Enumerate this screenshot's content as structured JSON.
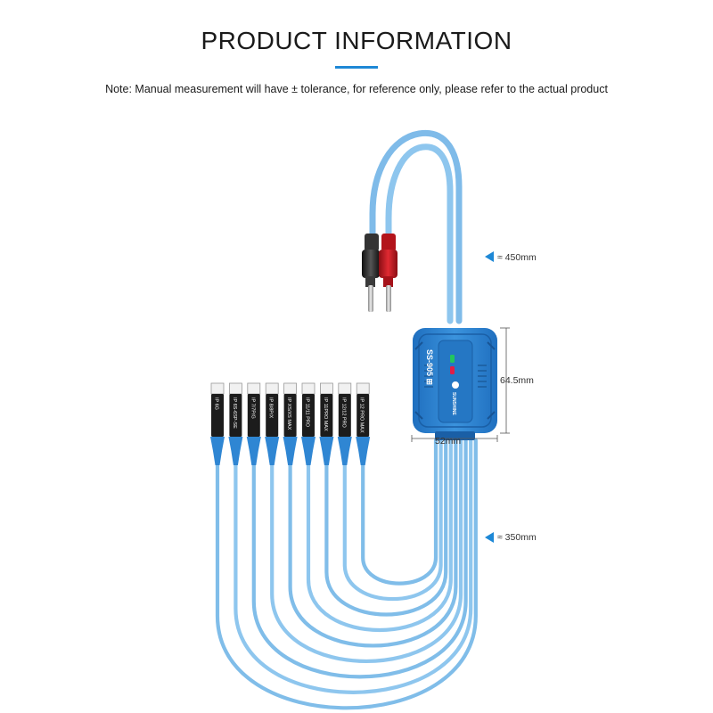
{
  "header": {
    "title": "PRODUCT INFORMATION",
    "note": "Note: Manual measurement will have ± tolerance, for reference only, please refer to the actual product"
  },
  "dimensions": {
    "upper_cable_length": "≈ 450mm",
    "box_height": "64.5mm",
    "box_width": "52mm",
    "lower_cable_length": "≈ 350mm"
  },
  "device": {
    "model": "SS-905 ⊞",
    "brand": "SUNSHINE"
  },
  "connector_labels": [
    "IP 6G",
    "IP 6S-6SP-SE",
    "IP 7/7P/G",
    "IP 8/8P/X",
    "IP XS/XS MAX",
    "IP 11/11 PRO",
    "IP 11PRO MAX",
    "IP 12/12 PRO",
    "IP 12 PRO MAX"
  ],
  "colors": {
    "accent": "#1e88d6",
    "cable": "#8ec6ee",
    "cable_dark": "#5aa6e0",
    "device_body": "#2f86d3",
    "led_green": "#22c55e",
    "led_red": "#e11d48",
    "probe_red": "#d41c24",
    "probe_black": "#2b2b2b"
  }
}
